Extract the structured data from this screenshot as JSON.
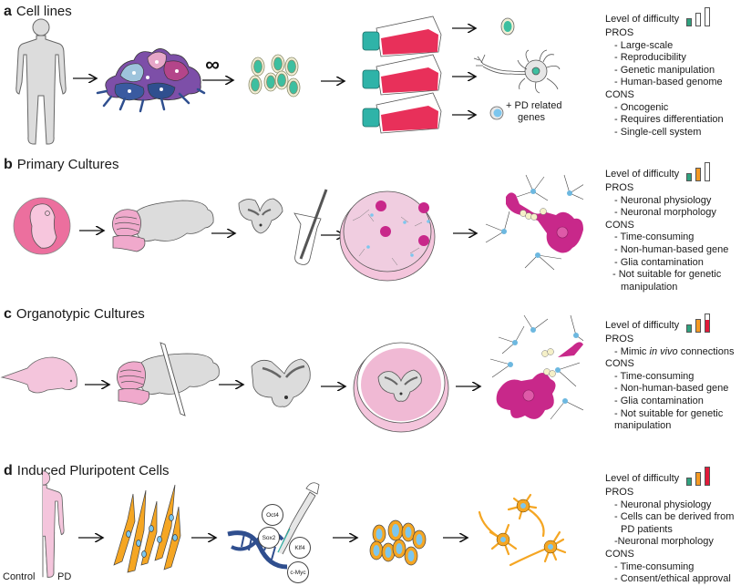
{
  "colors": {
    "easy": "#2fa27f",
    "medium": "#f59a23",
    "hard": "#e11a3a",
    "flask_medium": "#e8305a",
    "flask_cap": "#2fb3a8",
    "cell_teal": "#3dbfa0",
    "cell_blue": "#7cc6ee",
    "pink_tissue": "#f0a9cc",
    "magenta_neuron": "#c8288a",
    "orange_neuron": "#f5a623",
    "gray_tissue": "#dcdcdc",
    "dna_blue": "#2f4e8e"
  },
  "panels": [
    {
      "letter": "a",
      "title": "Cell lines",
      "difficulty_label": "Level of difficulty",
      "difficulty_level": 1,
      "difficulty_max": 3,
      "pros_label": "PROS",
      "pros": [
        "- Large-scale",
        "- Reproducibility",
        "- Genetic manipulation",
        "- Human-based genome"
      ],
      "cons_label": "CONS",
      "cons": [
        "- Oncogenic",
        "- Requires differentiation",
        "- Single-cell system"
      ],
      "annotations": {
        "infinity": "∞",
        "pd_genes_line1": "+ PD related",
        "pd_genes_line2": "genes"
      }
    },
    {
      "letter": "b",
      "title": "Primary Cultures",
      "difficulty_label": "Level of difficulty",
      "difficulty_level": 2,
      "difficulty_max": 3,
      "pros_label": "PROS",
      "pros": [
        "- Neuronal physiology",
        "- Neuronal morphology"
      ],
      "cons_label": "CONS",
      "cons": [
        "- Time-consuming",
        "- Non-human-based gene",
        "- Glia contamination",
        "- Not suitable for genetic",
        "manipulation"
      ]
    },
    {
      "letter": "c",
      "title": "Organotypic Cultures",
      "difficulty_label": "Level of difficulty",
      "difficulty_level": 2.7,
      "difficulty_max": 3,
      "pros_label": "PROS",
      "pros_prefix": "- Mimic ",
      "pros_italic": "in vivo",
      "pros_suffix": " connections",
      "cons_label": "CONS",
      "cons": [
        "- Time-consuming",
        "- Non-human-based gene",
        "- Glia contamination",
        "- Not suitable for genetic",
        "manipulation"
      ]
    },
    {
      "letter": "d",
      "title": "Induced Pluripotent Cells",
      "difficulty_label": "Level of difficulty",
      "difficulty_level": 3,
      "difficulty_max": 3,
      "pros_label": "PROS",
      "pros": [
        "- Neuronal physiology",
        "- Cells can be derived from",
        "PD patients",
        "-Neuronal morphology"
      ],
      "cons_label": "CONS",
      "cons": [
        "- Time-consuming",
        "- Consent/ethical approval"
      ],
      "annotations": {
        "control": "Control",
        "pd": "PD",
        "genes": [
          "Oct4",
          "Sox2",
          "Klf4",
          "c-Myc"
        ]
      }
    }
  ]
}
